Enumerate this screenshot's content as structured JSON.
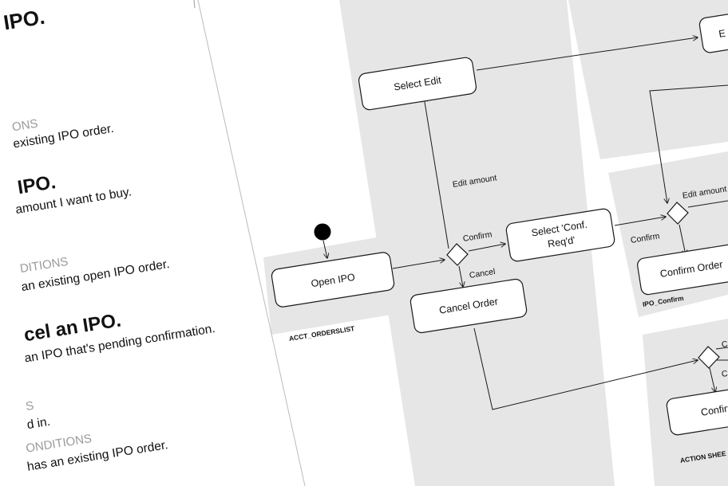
{
  "document": {
    "line1_title": "IPO.",
    "line2_label": "ONS",
    "line3_body": "existing IPO order.",
    "line4_title": "IPO.",
    "line5_body": "amount I want to buy.",
    "line6_label": "DITIONS",
    "line7_body": "an existing open IPO order.",
    "line8_title": "cel an IPO.",
    "line9_body": "an IPO that's pending confirmation.",
    "line10_label": "S",
    "line11_body": "d in.",
    "line12_label": "ONDITIONS",
    "line13_body": "has an existing IPO order."
  },
  "diagram": {
    "nodes": {
      "open_ipo": "Open IPO",
      "select_edit": "Select Edit",
      "select_conf_1": "Select 'Conf.",
      "select_conf_2": "Req'd'",
      "cancel_order": "Cancel Order",
      "confirm_order": "Confirm Order",
      "confirm_partial": "Confirm",
      "edit_partial": "E"
    },
    "edges": {
      "confirm_1": "Confirm",
      "cancel": "Cancel",
      "edit_amount_1": "Edit amount",
      "edit_amount_2": "Edit amount",
      "confirm_2": "Confirm",
      "c_partial_1": "C",
      "c_partial_2": "C"
    },
    "lanes": {
      "acct_orderslist": "ACCT_ORDERSLIST",
      "ipo_confirm": "IPO_Confirm",
      "action_sheet": "ACTION SHEE"
    }
  },
  "colors": {
    "lane": "#e6e6e6",
    "ink": "#1a1a1a",
    "label_gray": "#9a9a9a"
  }
}
